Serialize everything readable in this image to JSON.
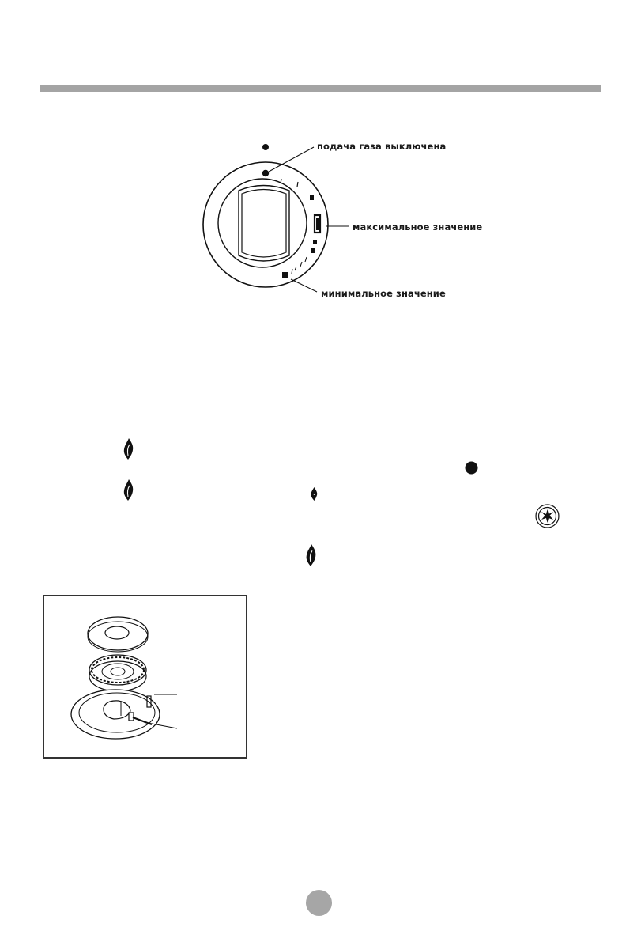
{
  "header": {
    "rule_color": "#a4a4a4"
  },
  "knob_diagram": {
    "labels": {
      "gas_off": "подача газа выключена",
      "max_value": "максимальное значение",
      "min_value": "минимальное значение"
    }
  },
  "symbols": [
    {
      "name": "flame-large-icon",
      "meaning": "large flame"
    },
    {
      "name": "flame-large-icon",
      "meaning": "large flame"
    },
    {
      "name": "flame-small-icon",
      "meaning": "small flame"
    },
    {
      "name": "flame-large-icon",
      "meaning": "large flame"
    },
    {
      "name": "gas-off-dot-icon",
      "meaning": "off position"
    },
    {
      "name": "ignition-icon",
      "meaning": "ignition"
    }
  ],
  "burner_figure": {
    "parts": [
      "burner-cap",
      "flame-spreader",
      "burner-base",
      "thermocouple",
      "ignition-electrode"
    ]
  },
  "footer": {
    "page_number": "",
    "page_badge_color": "#a6a6a6"
  }
}
